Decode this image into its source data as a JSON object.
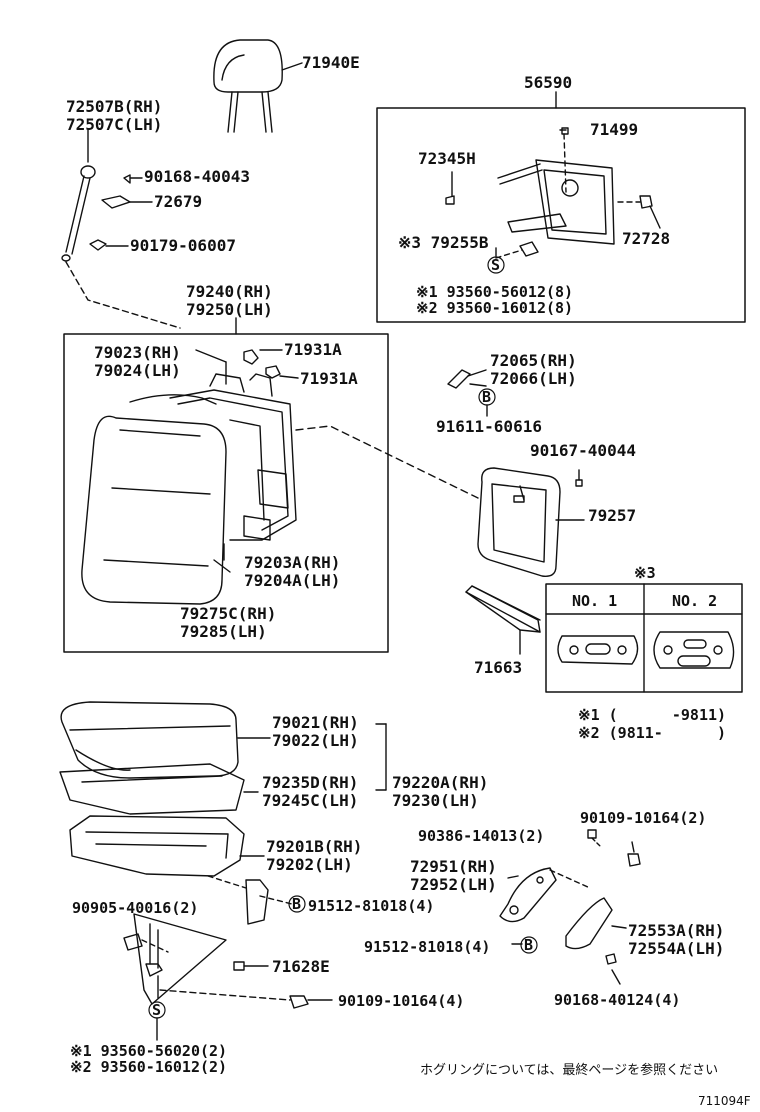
{
  "labels": {
    "p71940E": "71940E",
    "p72507B": "72507B(RH)",
    "p72507C": "72507C(LH)",
    "p90168_40043": "90168-40043",
    "p72679": "72679",
    "p90179_06007": "90179-06007",
    "p56590": "56590",
    "p71499": "71499",
    "p72345H": "72345H",
    "p72728": "72728",
    "p79255B": "※3 79255B",
    "p93560_56012": "※1 93560-56012(8)",
    "p93560_16012": "※2 93560-16012(8)",
    "p79240": "79240(RH)",
    "p79250": "79250(LH)",
    "p79023": "79023(RH)",
    "p79024": "79024(LH)",
    "p71931A_1": "71931A",
    "p71931A_2": "71931A",
    "p79203A": "79203A(RH)",
    "p79204A": "79204A(LH)",
    "p79275C": "79275C(RH)",
    "p79285": "79285(LH)",
    "p72065": "72065(RH)",
    "p72066": "72066(LH)",
    "p91611_60616": "91611-60616",
    "p90167_40044": "90167-40044",
    "p79257": "79257",
    "p71663": "71663",
    "note3": "※3",
    "no1": "NO. 1",
    "no2": "NO. 2",
    "date1": "※1 (      -9811)",
    "date2": "※2 (9811-      )",
    "p79021": "79021(RH)",
    "p79022": "79022(LH)",
    "p79235D": "79235D(RH)",
    "p79245C": "79245C(LH)",
    "p79220A": "79220A(RH)",
    "p79230": "79230(LH)",
    "p79201B": "79201B(RH)",
    "p79202": "79202(LH)",
    "p90386": "90386-14013(2)",
    "p90109_a": "90109-10164(2)",
    "p72951": "72951(RH)",
    "p72952": "72952(LH)",
    "p90905": "90905-40016(2)",
    "p91512_a": "91512-81018(4)",
    "p91512_b": "91512-81018(4)",
    "p72553A": "72553A(RH)",
    "p72554A": "72554A(LH)",
    "p71628E": "71628E",
    "p90109_b": "90109-10164(4)",
    "p90168_40124": "90168-40124(4)",
    "p93560_56020": "※1 93560-56020(2)",
    "p93560_16012b": "※2 93560-16012(2)",
    "note_jp": "ホグリングについては、最終ページを参照ください",
    "code": "711094F"
  },
  "markers": {
    "S": "S",
    "B": "B"
  }
}
